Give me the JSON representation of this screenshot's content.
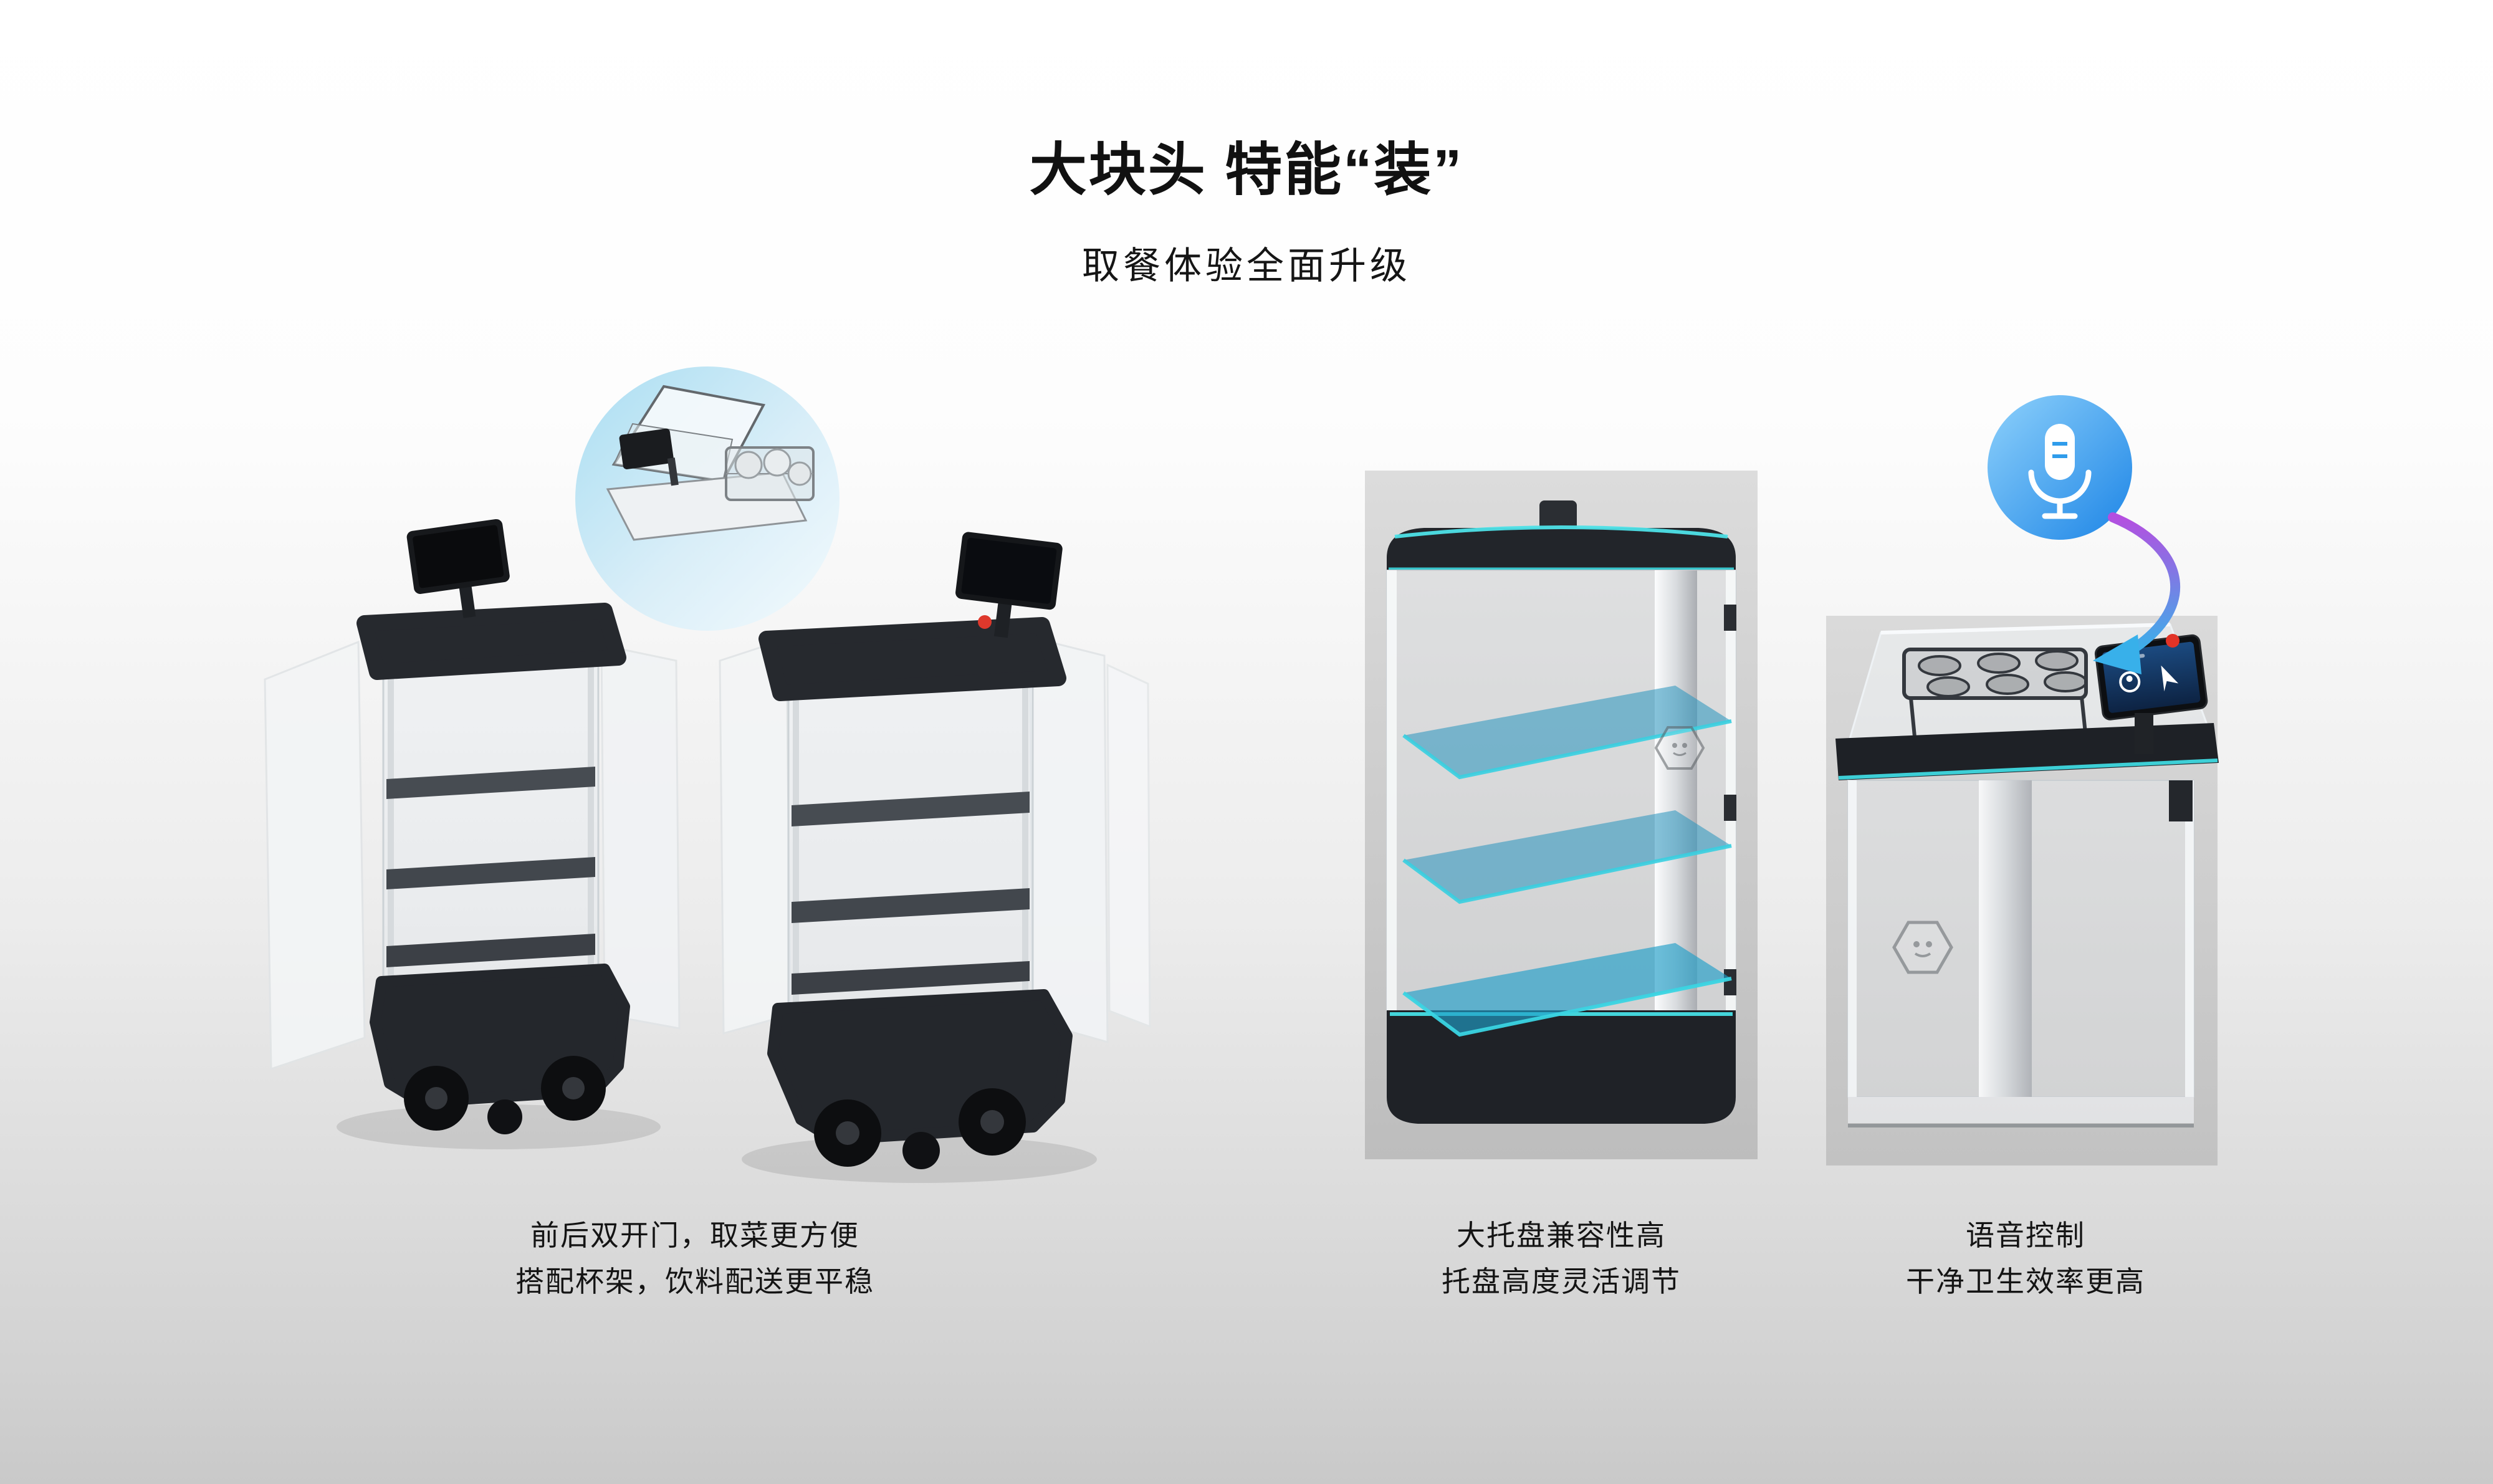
{
  "page": {
    "title": "大块头 特能“装”",
    "subtitle": "取餐体验全面升级"
  },
  "features": [
    {
      "name": "double-doors-and-cup-holder",
      "caption_line1": "前后双开门，取菜更方便",
      "caption_line2": "搭配杯架，饮料配送更平稳"
    },
    {
      "name": "large-adjustable-trays",
      "caption_line1": "大托盘兼容性高",
      "caption_line2": "托盘高度灵活调节"
    },
    {
      "name": "voice-control",
      "caption_line1": "语音控制",
      "caption_line2": "干净卫生效率更高"
    }
  ],
  "icons": {
    "microphone": "microphone-icon",
    "curved_arrow": "curved-arrow-icon"
  },
  "colors": {
    "accent_cyan": "#45DEE4",
    "tray_teal": "#2698BE",
    "mic_blue": "#2F9CEB",
    "arrow_purple": "#B24FE2",
    "robot_dark": "#24272C",
    "background_top": "#FFFFFF",
    "background_bottom": "#C9C9C9"
  }
}
